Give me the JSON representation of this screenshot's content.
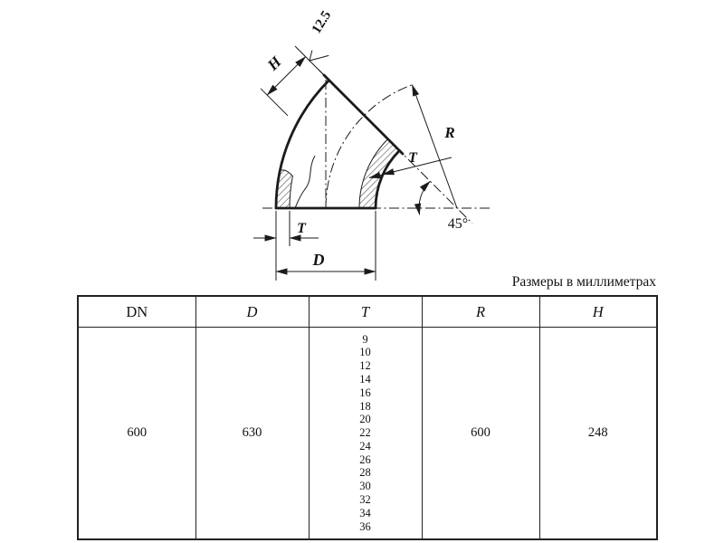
{
  "caption": "Размеры в миллиметрах",
  "drawing": {
    "labels": {
      "h": "H",
      "roughness": "12.5",
      "r": "R",
      "t_upper": "T",
      "angle": "45°",
      "t_lower": "T",
      "d": "D"
    }
  },
  "table": {
    "headers": [
      "DN",
      "D",
      "T",
      "R",
      "H"
    ],
    "row": {
      "dn": "600",
      "d": "630",
      "t_values": [
        "9",
        "10",
        "12",
        "14",
        "16",
        "18",
        "20",
        "22",
        "24",
        "26",
        "28",
        "30",
        "32",
        "34",
        "36"
      ],
      "r": "600",
      "h": "248"
    }
  }
}
